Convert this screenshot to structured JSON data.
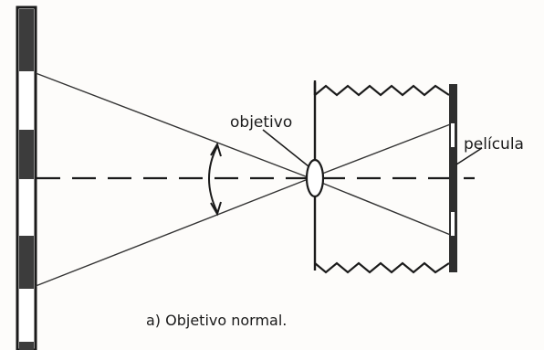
{
  "diagram": {
    "labels": {
      "lens": "objetivo",
      "film": "película",
      "caption": "a) Objetivo normal."
    },
    "colors": {
      "ink": "#1a1a1a",
      "dark_band": "#3c3c3c",
      "light_band": "#ffffff",
      "background": "#fdfcfa"
    }
  }
}
